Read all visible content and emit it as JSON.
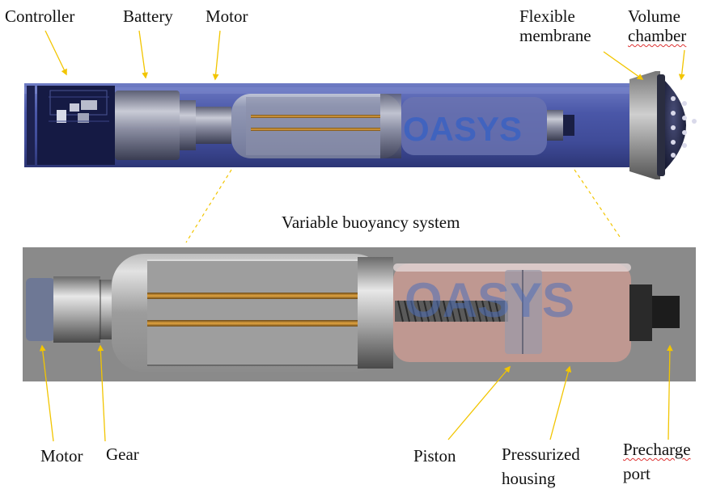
{
  "top_labels": {
    "controller": "Controller",
    "battery": "Battery",
    "motor": "Motor",
    "flexible_membrane": [
      "Flexible",
      "membrane"
    ],
    "volume_chamber": [
      "Volume",
      "chamber"
    ]
  },
  "caption": "Variable buoyancy system",
  "bottom_labels": {
    "motor": "Motor",
    "gear": "Gear",
    "piston": "Piston",
    "pressurized_housing": [
      "Pressurized",
      "housing"
    ],
    "precharge_port": [
      "Precharge",
      "port"
    ]
  },
  "logo_text": "OASYS",
  "colors": {
    "arrow": "#f2c500",
    "tube": "#4b57a6",
    "background_panel": "#8a8a8a",
    "housing_tint": "#c89a92"
  }
}
